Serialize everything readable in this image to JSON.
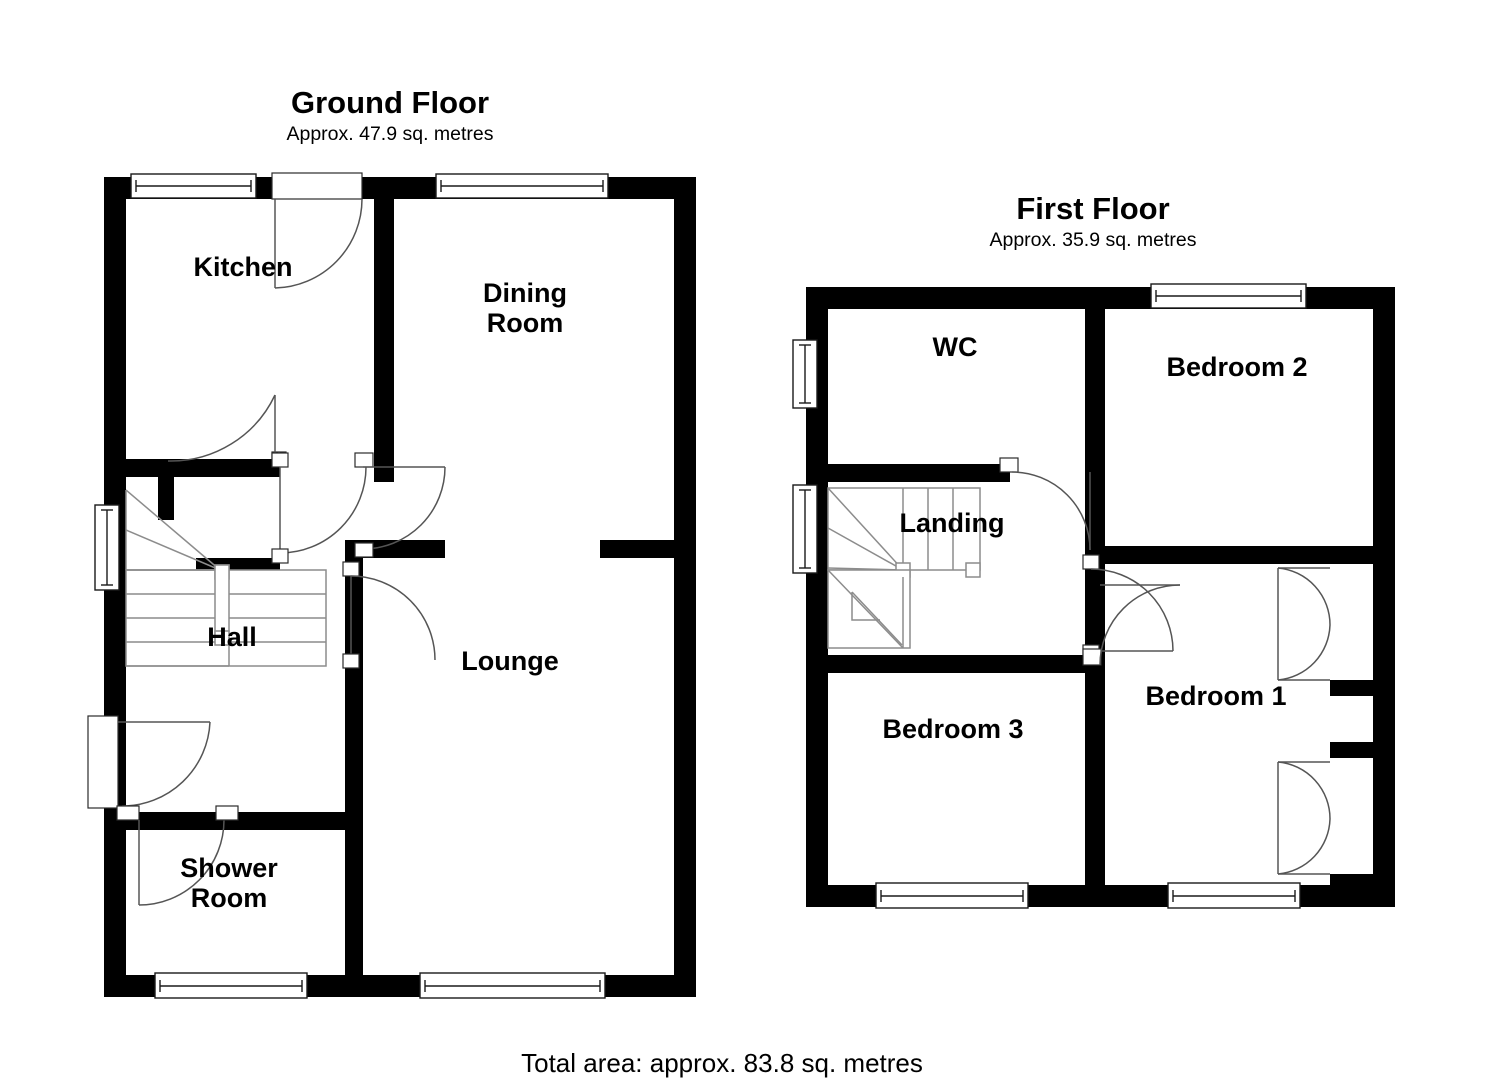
{
  "document": {
    "type": "floor-plan",
    "total_area_label": "Total area: approx. 83.8 sq. metres"
  },
  "floors": [
    {
      "id": "ground",
      "title": "Ground Floor",
      "subtitle": "Approx. 47.9 sq. metres",
      "rooms": [
        {
          "id": "kitchen",
          "label": "Kitchen"
        },
        {
          "id": "dining-room",
          "label": "Dining\nRoom",
          "line1": "Dining",
          "line2": "Room"
        },
        {
          "id": "hall",
          "label": "Hall"
        },
        {
          "id": "lounge",
          "label": "Lounge"
        },
        {
          "id": "shower-room",
          "label": "Shower\nRoom",
          "line1": "Shower",
          "line2": "Room"
        }
      ]
    },
    {
      "id": "first",
      "title": "First Floor",
      "subtitle": "Approx. 35.9 sq. metres",
      "rooms": [
        {
          "id": "wc",
          "label": "WC"
        },
        {
          "id": "bedroom-2",
          "label": "Bedroom 2"
        },
        {
          "id": "landing",
          "label": "Landing"
        },
        {
          "id": "bedroom-3",
          "label": "Bedroom 3"
        },
        {
          "id": "bedroom-1",
          "label": "Bedroom 1"
        }
      ]
    }
  ],
  "colors": {
    "wall": "#000000",
    "background": "#ffffff",
    "text": "#000000",
    "door_arc": "#555555",
    "stairs": "#8c8c8c"
  }
}
